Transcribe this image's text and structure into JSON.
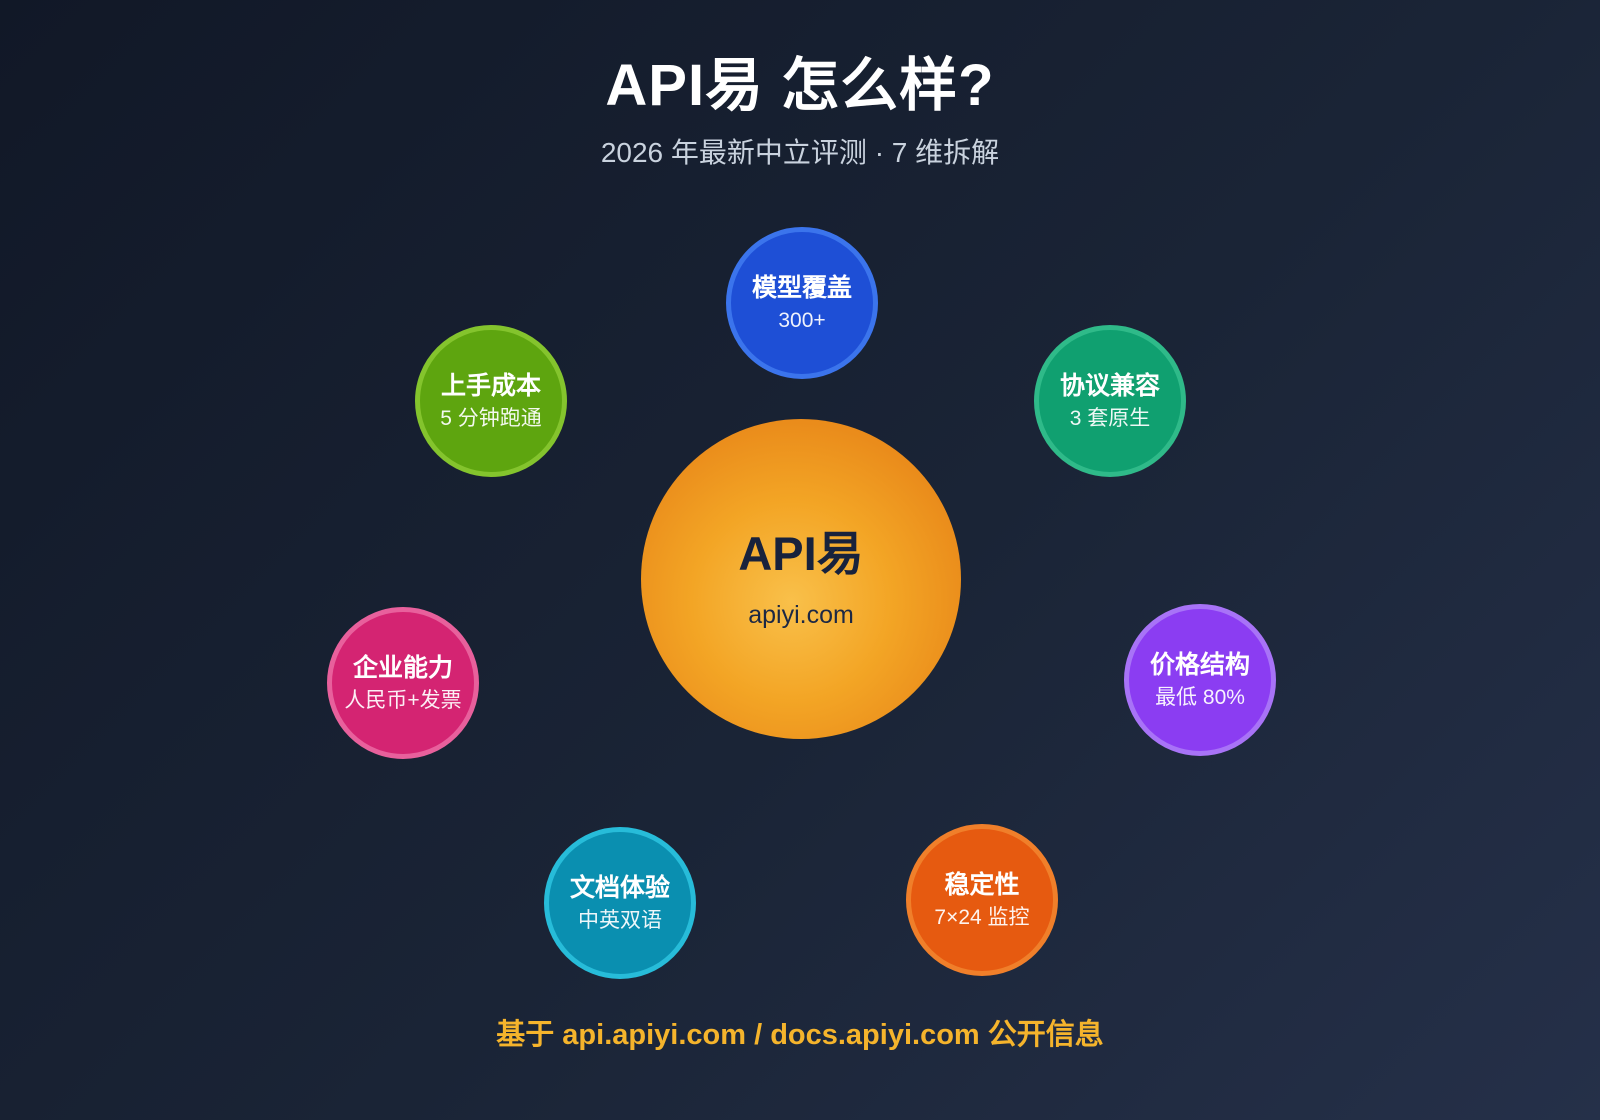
{
  "header": {
    "title": "API易 怎么样?",
    "subtitle": "2026 年最新中立评测 · 7 维拆解"
  },
  "center": {
    "title": "API易",
    "subtitle": "apiyi.com",
    "color_center": "#f3a525",
    "color_edge": "#e17a10",
    "text_color": "#18223c"
  },
  "nodes": [
    {
      "title": "模型覆盖",
      "value": "300+",
      "color": "#1e4fd6",
      "border_color": "#3b74ec",
      "position": "top"
    },
    {
      "title": "协议兼容",
      "value": "3 套原生",
      "color": "#10a070",
      "border_color": "#2fba89",
      "position": "top-right"
    },
    {
      "title": "价格结构",
      "value": "最低 80%",
      "color": "#8b3df2",
      "border_color": "#a873f7",
      "position": "right"
    },
    {
      "title": "稳定性",
      "value": "7×24 监控",
      "color": "#e65a10",
      "border_color": "#f07f2a",
      "position": "bottom-right"
    },
    {
      "title": "文档体验",
      "value": "中英双语",
      "color": "#0a8fb0",
      "border_color": "#27bcd9",
      "position": "bottom-left"
    },
    {
      "title": "企业能力",
      "value": "人民币+发票",
      "color": "#d42472",
      "border_color": "#e8609c",
      "position": "left"
    },
    {
      "title": "上手成本",
      "value": "5 分钟跑通",
      "color": "#5ea50f",
      "border_color": "#84c42d",
      "position": "top-left"
    }
  ],
  "footer": {
    "text": "基于 api.apiyi.com / docs.apiyi.com 公开信息",
    "color": "#f5b42c"
  },
  "background": {
    "gradient_start": "#111827",
    "gradient_end": "#253049"
  }
}
